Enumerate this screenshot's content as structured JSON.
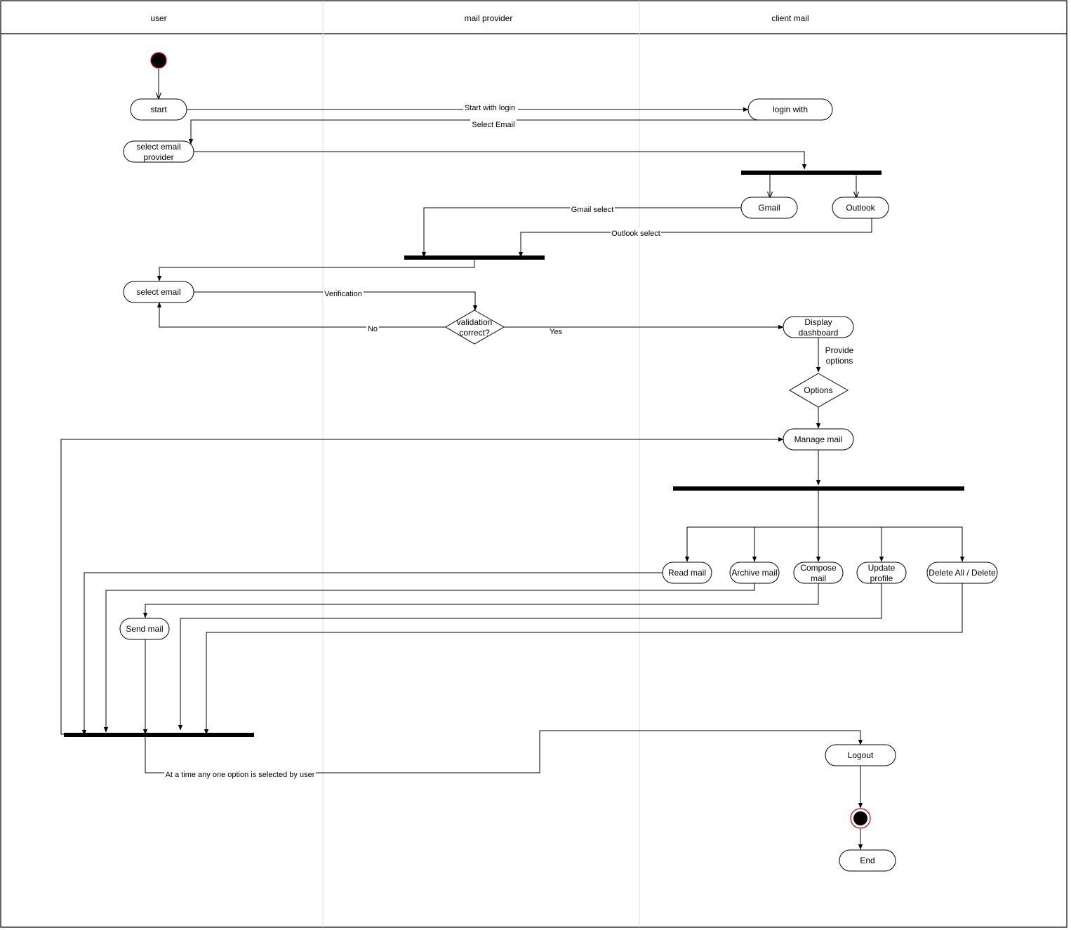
{
  "lanes": [
    "user",
    "mail provider",
    "client mail"
  ],
  "nodes": {
    "start": "start",
    "login_with": "login with",
    "select_email_provider": [
      "select email",
      "provider"
    ],
    "gmail": "Gmail",
    "outlook": "Outlook",
    "select_email": "select email",
    "validation": [
      "validation",
      "correct?"
    ],
    "display_dashboard": [
      "Display",
      "dashboard"
    ],
    "options": "Options",
    "manage_mail": "Manage mail",
    "read_mail": "Read mail",
    "archive_mail": "Archive mail",
    "compose_mail": [
      "Compose",
      "mail"
    ],
    "update_profile": [
      "Update",
      "profile"
    ],
    "delete_all": "Delete All / Delete",
    "send_mail": "Send mail",
    "logout": "Logout",
    "end": "End"
  },
  "edge_labels": {
    "start_with_login": "Start with login",
    "select_email": "Select Email",
    "gmail_select": "Gmail select",
    "outlook_select": "Outlook select",
    "verification": "Verification",
    "no": "No",
    "yes": "Yes",
    "provide_options": [
      "Provide",
      "options"
    ],
    "one_option": "At a time any one option is selected by user"
  },
  "colors": {
    "initial_fill": "#000000",
    "node_ring": "#cc0000",
    "line": "#000000",
    "lane_divider": "#dddddd"
  }
}
